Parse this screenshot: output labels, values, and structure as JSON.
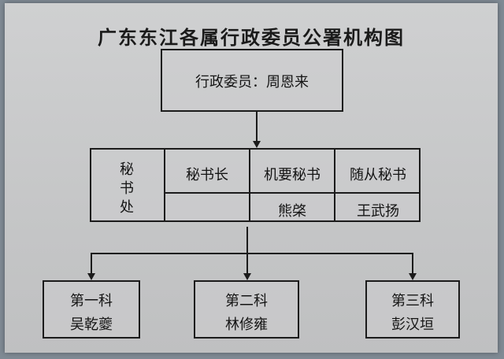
{
  "diagram": {
    "title": "广东东江各属行政委员公署机构图",
    "top": "行政委员：周恩来",
    "secretariat": "秘\n书\n处",
    "headers": [
      "秘书长",
      "机要秘书",
      "随从秘书"
    ],
    "names": [
      "",
      "熊棨",
      "王武扬"
    ],
    "sections": [
      {
        "name": "第一科",
        "head": "吴乾夔"
      },
      {
        "name": "第二科",
        "head": "林修雍"
      },
      {
        "name": "第三科",
        "head": "彭汉垣"
      }
    ]
  }
}
